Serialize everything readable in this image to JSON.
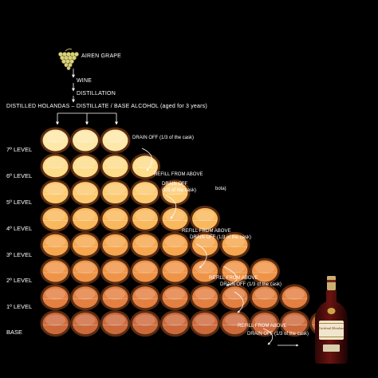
{
  "header": {
    "grape": "AIREN GRAPE",
    "wine": "WINE",
    "distillation": "DISTILLATION",
    "holandas": "DISTILLED HOLANDAS – DISTILLATE / BASE ALCOHOL",
    "aged": "(aged for 3 years)"
  },
  "levels": [
    "7º LEVEL",
    "6º LEVEL",
    "5º LEVEL",
    "4º LEVEL",
    "3º LEVEL",
    "2º LEVEL",
    "1º LEVEL",
    "BASE"
  ],
  "barrel_counts": [
    3,
    4,
    5,
    6,
    7,
    8,
    9,
    10
  ],
  "cask_colors": [
    "#fde8a8",
    "#fddc8a",
    "#fcc970",
    "#f9b85c",
    "#f5a64e",
    "#ef9447",
    "#e27f41",
    "#cd6a3c"
  ],
  "notes": {
    "drain_off_1": "DRAIN OFF",
    "drain_off_1b": "(1/3 of the cask)",
    "refill_1": "REFILL FROM ABOVE",
    "drain_off_2": "DRAIN OFF",
    "drain_off_2b": "(1/3 of the cask)",
    "bota": "bota)",
    "refill_2": "REFILL FROM ABOVE",
    "drain_off_3": "DRAIN OFF (1/3 of the cask)",
    "refill_3": "REFILL FROM ABOVE",
    "drain_off_4": "DRAIN OFF (1/3 of the cask)",
    "refill_4": "REFILL FROM ABOVE",
    "drain_off_5": "DRAIN OFF (1/3 of the cask)"
  },
  "bottle": {
    "label": "Cardenal Mendoza",
    "icon": "brandy-bottle-icon"
  },
  "grape_icon": "grape-bunch-icon"
}
